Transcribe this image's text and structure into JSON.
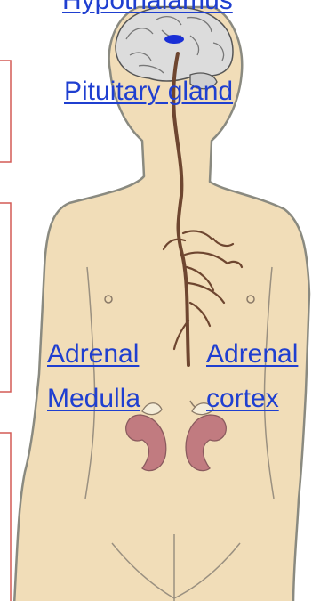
{
  "labels": {
    "hypothalamus": "Hypothalamus",
    "pituitary_gland": "Pituitary gland",
    "adrenal_medulla": [
      "Adrenal",
      "Medulla"
    ],
    "adrenal_cortex": [
      "Adrenal",
      "cortex"
    ]
  },
  "colors": {
    "link": "#1f3fd0",
    "skin": "#f1ddb8",
    "body_outline": "#8a8a80",
    "brain": "#d9d9d9",
    "nerve": "#6e4630",
    "kidney": "#c17b80",
    "box_border": "#d35a55"
  }
}
